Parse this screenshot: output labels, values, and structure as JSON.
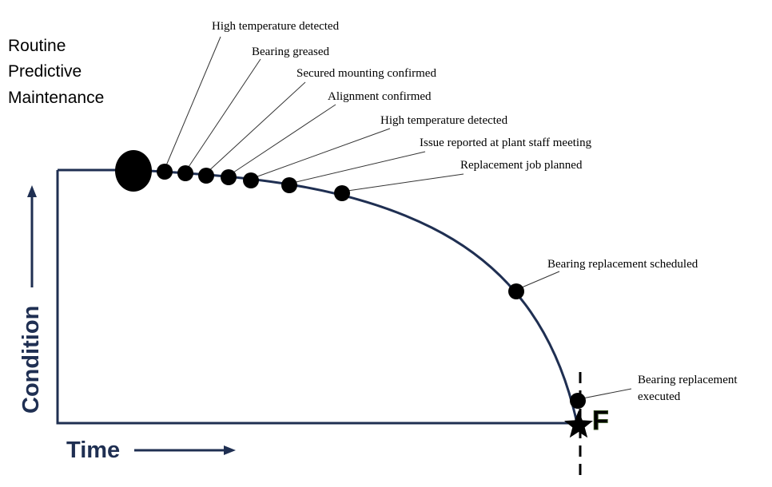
{
  "diagram": {
    "title_lines": [
      "Routine",
      "Predictive",
      "Maintenance"
    ],
    "x_axis_label": "Time",
    "y_axis_label": "Condition",
    "failure_label": "F",
    "events": [
      {
        "label_lines": [
          "High temperature detected"
        ]
      },
      {
        "label_lines": [
          "Bearing greased"
        ]
      },
      {
        "label_lines": [
          "Secured mounting confirmed"
        ]
      },
      {
        "label_lines": [
          "Alignment confirmed"
        ]
      },
      {
        "label_lines": [
          "High temperature detected"
        ]
      },
      {
        "label_lines": [
          "Issue reported at plant staff meeting"
        ]
      },
      {
        "label_lines": [
          "Replacement job planned"
        ]
      },
      {
        "label_lines": [
          "Bearing replacement scheduled"
        ]
      },
      {
        "label_lines": [
          "Bearing replacement",
          "executed"
        ]
      }
    ],
    "colors": {
      "curve": "#1f2f52",
      "axis_text": "#1f2f52",
      "dots": "#000000"
    }
  }
}
